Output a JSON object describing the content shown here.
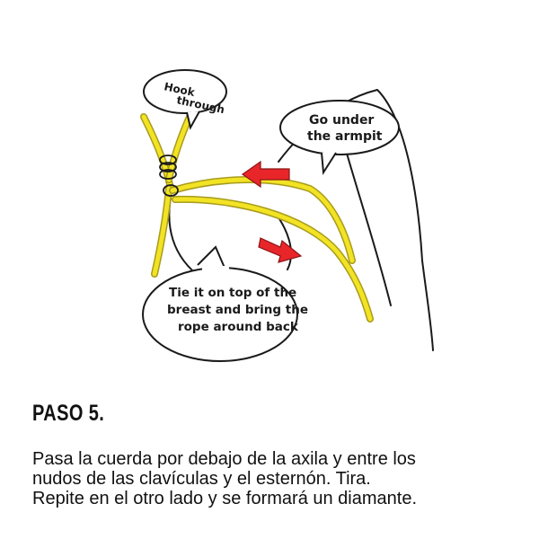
{
  "illustration": {
    "bubbles": {
      "hook": [
        "Hook",
        "through"
      ],
      "armpit": [
        "Go under",
        "the armpit"
      ],
      "tie": [
        "Tie it on top of the",
        "breast and bring the",
        "rope around back"
      ]
    },
    "colors": {
      "rope": "#f2e324",
      "rope_outline": "#a89b1c",
      "arrow": "#e8262a",
      "ink": "#1a1a1a"
    }
  },
  "step": {
    "title": "PASO 5.",
    "lines": [
      "Pasa la cuerda por debajo de la axila y entre los",
      "nudos de las clavículas y el esternón. Tira.",
      "Repite en el otro lado y se formará un diamante."
    ]
  }
}
